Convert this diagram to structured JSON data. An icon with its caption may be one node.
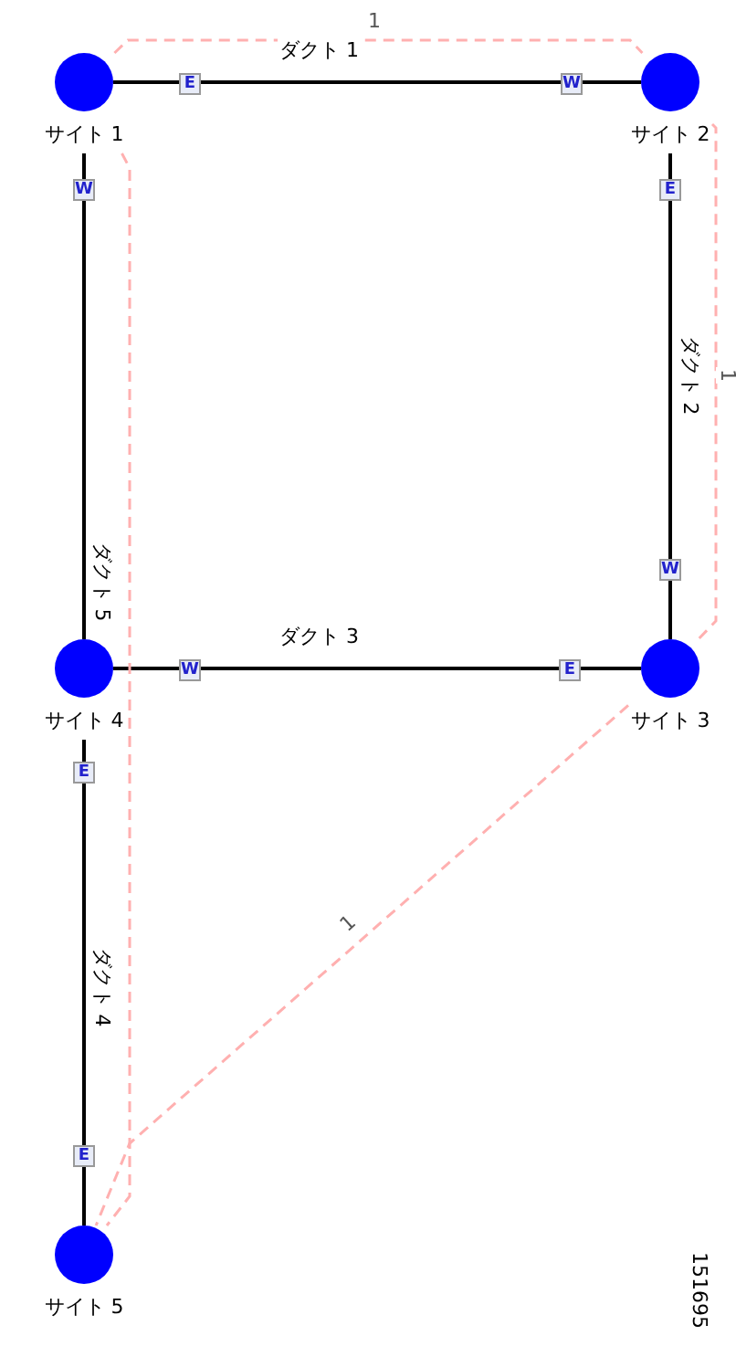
{
  "diagram": {
    "nodes": [
      {
        "text": [
          "サイト 1"
        ]
      },
      {
        "text": [
          "サイト 2"
        ]
      },
      {
        "text": [
          "サイト 3"
        ]
      },
      {
        "text": [
          "サイト 4"
        ]
      },
      {
        "text": [
          "サイト 5"
        ]
      }
    ],
    "edges": [
      {
        "from": 0,
        "to": 1,
        "arrow": "none",
        "label": "ダクト 1"
      },
      {
        "from": 1,
        "to": 2,
        "arrow": "none",
        "label": "ダクト 2"
      },
      {
        "from": 3,
        "to": 2,
        "arrow": "none",
        "label": "ダクト 3"
      },
      {
        "from": 3,
        "to": 4,
        "arrow": "none",
        "label": "ダクト 4"
      },
      {
        "from": 0,
        "to": 3,
        "arrow": "none",
        "label": "ダクト 5"
      },
      {
        "from": 0,
        "to": 1,
        "arrow": "none",
        "label": "1",
        "style": "dashed",
        "color": "#ffb0b0"
      },
      {
        "from": 1,
        "to": 2,
        "arrow": "none",
        "label": "1",
        "style": "dashed",
        "color": "#ffb0b0"
      },
      {
        "from": 2,
        "to": 4,
        "arrow": "none",
        "label": "1",
        "style": "dashed",
        "color": "#ffb0b0"
      },
      {
        "from": 0,
        "to": 4,
        "arrow": "none",
        "style": "dashed",
        "color": "#ffb0b0"
      }
    ],
    "labels": [
      "E",
      "W",
      "W",
      "E",
      "W",
      "W",
      "E",
      "E",
      "E",
      "151695"
    ]
  }
}
